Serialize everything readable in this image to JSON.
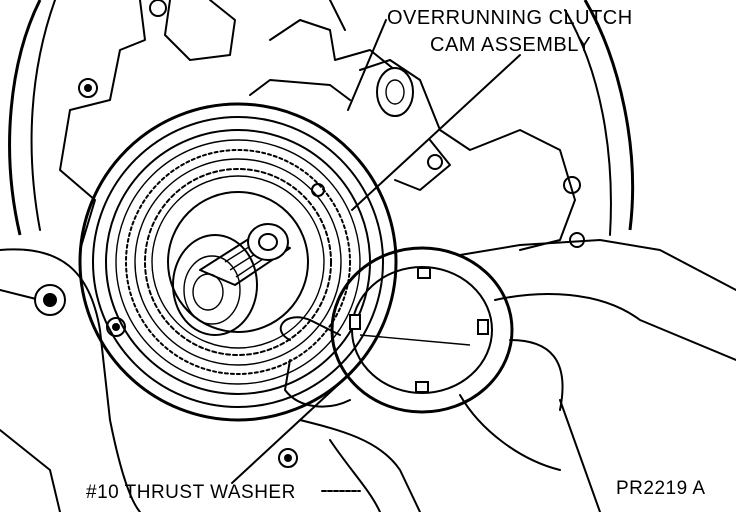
{
  "labels": {
    "cam_line1": "OVERRUNNING CLUTCH",
    "cam_line2": "CAM ASSEMBLY",
    "washer": "#10 THRUST WASHER",
    "figure_number": "PR2219 A"
  },
  "colors": {
    "ink": "#000000",
    "paper": "#ffffff"
  }
}
